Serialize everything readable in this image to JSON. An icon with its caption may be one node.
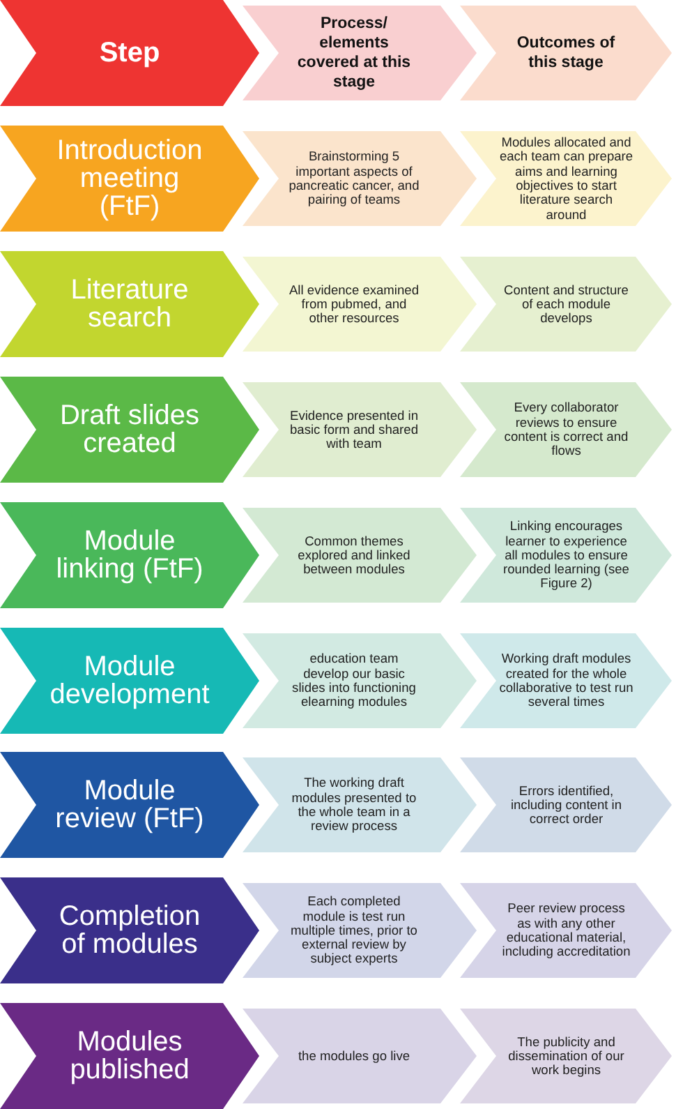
{
  "diagram": {
    "nodes": [
      {
        "text": [
          "Step"
        ]
      },
      {
        "text": [
          "Process/ elements covered at this stage"
        ]
      },
      {
        "text": [
          "Outcomes of this stage"
        ]
      },
      {
        "text": [
          "Introduction meeting (FtF)"
        ]
      },
      {
        "text": [
          "Brainstorming 5 important aspects of pancreatic cancer, and pairing of teams"
        ]
      },
      {
        "text": [
          "Modules allocated and each team can prepare aims and learning objectives to start literature search around"
        ]
      },
      {
        "text": [
          "Literature search"
        ]
      },
      {
        "text": [
          "All evidence examined from pubmed, and other resources"
        ]
      },
      {
        "text": [
          "Content and structure of each module develops"
        ]
      },
      {
        "text": [
          "Draft slides created"
        ]
      },
      {
        "text": [
          "Evidence presented in basic form and shared with team"
        ]
      },
      {
        "text": [
          "Every collaborator reviews to ensure content is correct and flows"
        ]
      },
      {
        "text": [
          "Module linking (FtF)"
        ]
      },
      {
        "text": [
          "Common themes explored and linked between modules"
        ]
      },
      {
        "text": [
          "Linking encourages learner to experience all modules to ensure rounded learning (see Figure 2)"
        ]
      },
      {
        "text": [
          "Module development"
        ]
      },
      {
        "text": [
          "education team develop our basic slides into functioning elearning modules"
        ]
      },
      {
        "text": [
          "Working draft modules created for the whole collaborative to test run several times"
        ]
      },
      {
        "text": [
          "Module review (FtF)"
        ]
      },
      {
        "text": [
          "The working draft modules presented to the whole team in a review process"
        ]
      },
      {
        "text": [
          "Errors identified, including content in correct order"
        ]
      },
      {
        "text": [
          "Completion of modules"
        ]
      },
      {
        "text": [
          "Each completed module is test run multiple times, prior to external review by subject experts"
        ]
      },
      {
        "text": [
          "Peer review process as with any other educational material, including accreditation"
        ]
      },
      {
        "text": [
          "Modules published"
        ]
      },
      {
        "text": [
          "the modules go live"
        ]
      },
      {
        "text": [
          "The publicity and dissemination of our work begins"
        ]
      }
    ]
  }
}
